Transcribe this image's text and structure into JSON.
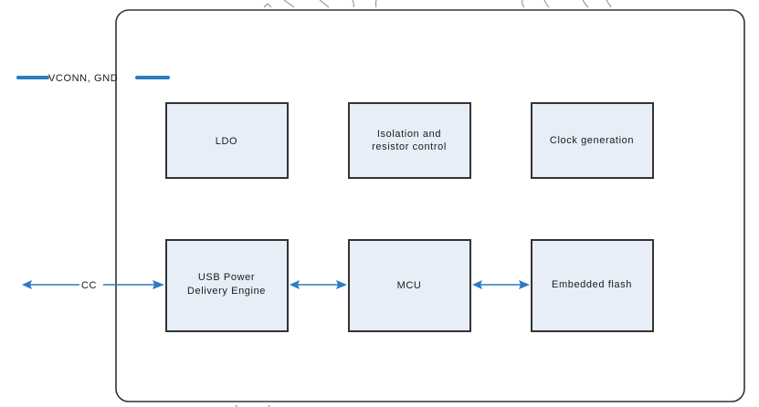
{
  "diagram": {
    "type": "block-diagram",
    "colors": {
      "block_fill": "#e8eef8",
      "block_border": "#333333",
      "signal": "#2b7bc4"
    },
    "external_signals": {
      "power": "VCONN, GND",
      "cc": "CC"
    },
    "blocks": [
      {
        "id": "ldo",
        "lines": [
          "LDO"
        ]
      },
      {
        "id": "isolation",
        "lines": [
          "Isolation and",
          "resistor control"
        ]
      },
      {
        "id": "clock",
        "lines": [
          "Clock generation"
        ]
      },
      {
        "id": "usb-pd",
        "lines": [
          "USB Power",
          "Delivery Engine"
        ]
      },
      {
        "id": "mcu",
        "lines": [
          "MCU"
        ]
      },
      {
        "id": "flash",
        "lines": [
          "Embedded flash"
        ]
      }
    ],
    "connections": [
      {
        "from": "CC",
        "to": "usb-pd",
        "direction": "bidirectional"
      },
      {
        "from": "usb-pd",
        "to": "mcu",
        "direction": "bidirectional"
      },
      {
        "from": "mcu",
        "to": "flash",
        "direction": "bidirectional"
      }
    ]
  }
}
